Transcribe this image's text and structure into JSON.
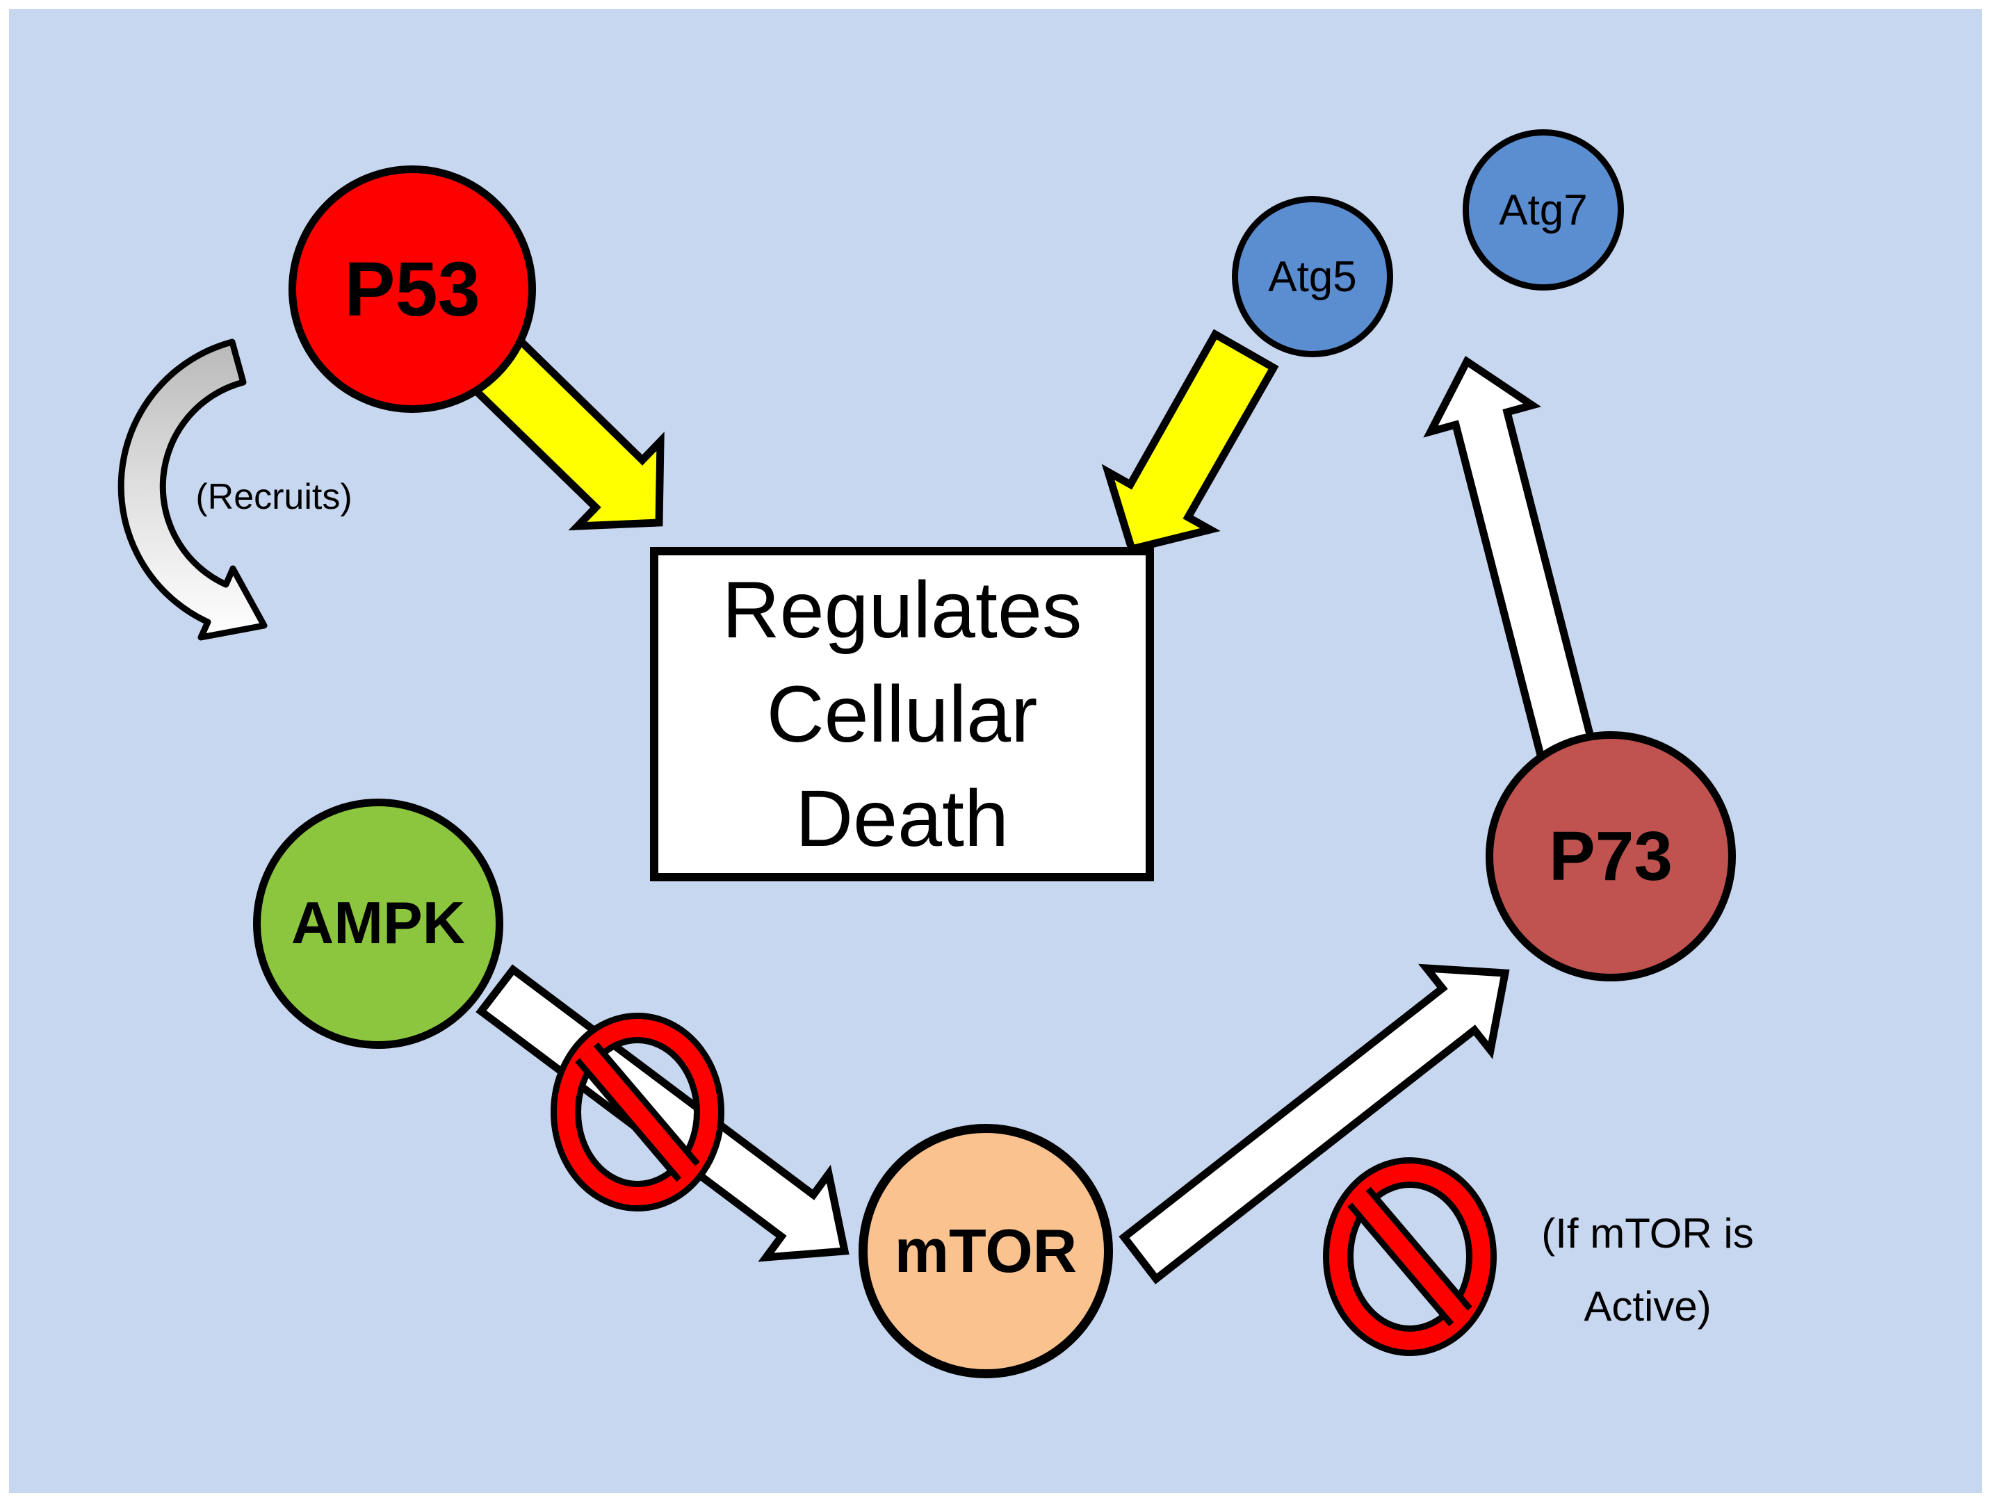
{
  "diagram": {
    "background": "#C8D7F0",
    "page_background": "#FFFFFF",
    "nodes": {
      "p53": {
        "label": "P53",
        "color": "#FF0000"
      },
      "atg5": {
        "label": "Atg5",
        "color": "#5B8DD1"
      },
      "atg7": {
        "label": "Atg7",
        "color": "#5B8DD1"
      },
      "ampk": {
        "label": "AMPK",
        "color": "#8CC63F"
      },
      "mtor": {
        "label": "mTOR",
        "color": "#FAC28F"
      },
      "p73": {
        "label": "P73",
        "color": "#C05250"
      }
    },
    "center_box": {
      "line1": "Regulates",
      "line2": "Cellular",
      "line3": "Death"
    },
    "annotations": {
      "recruits": "(Recruits)",
      "if_mtor_line1": "(If mTOR is",
      "if_mtor_line2": "Active)"
    },
    "arrow_colors": {
      "activate_yellow": "#FFFF00",
      "flow_white": "#FFFFFF",
      "inhibit_red": "#FF0000",
      "outline_black": "#000000"
    }
  }
}
